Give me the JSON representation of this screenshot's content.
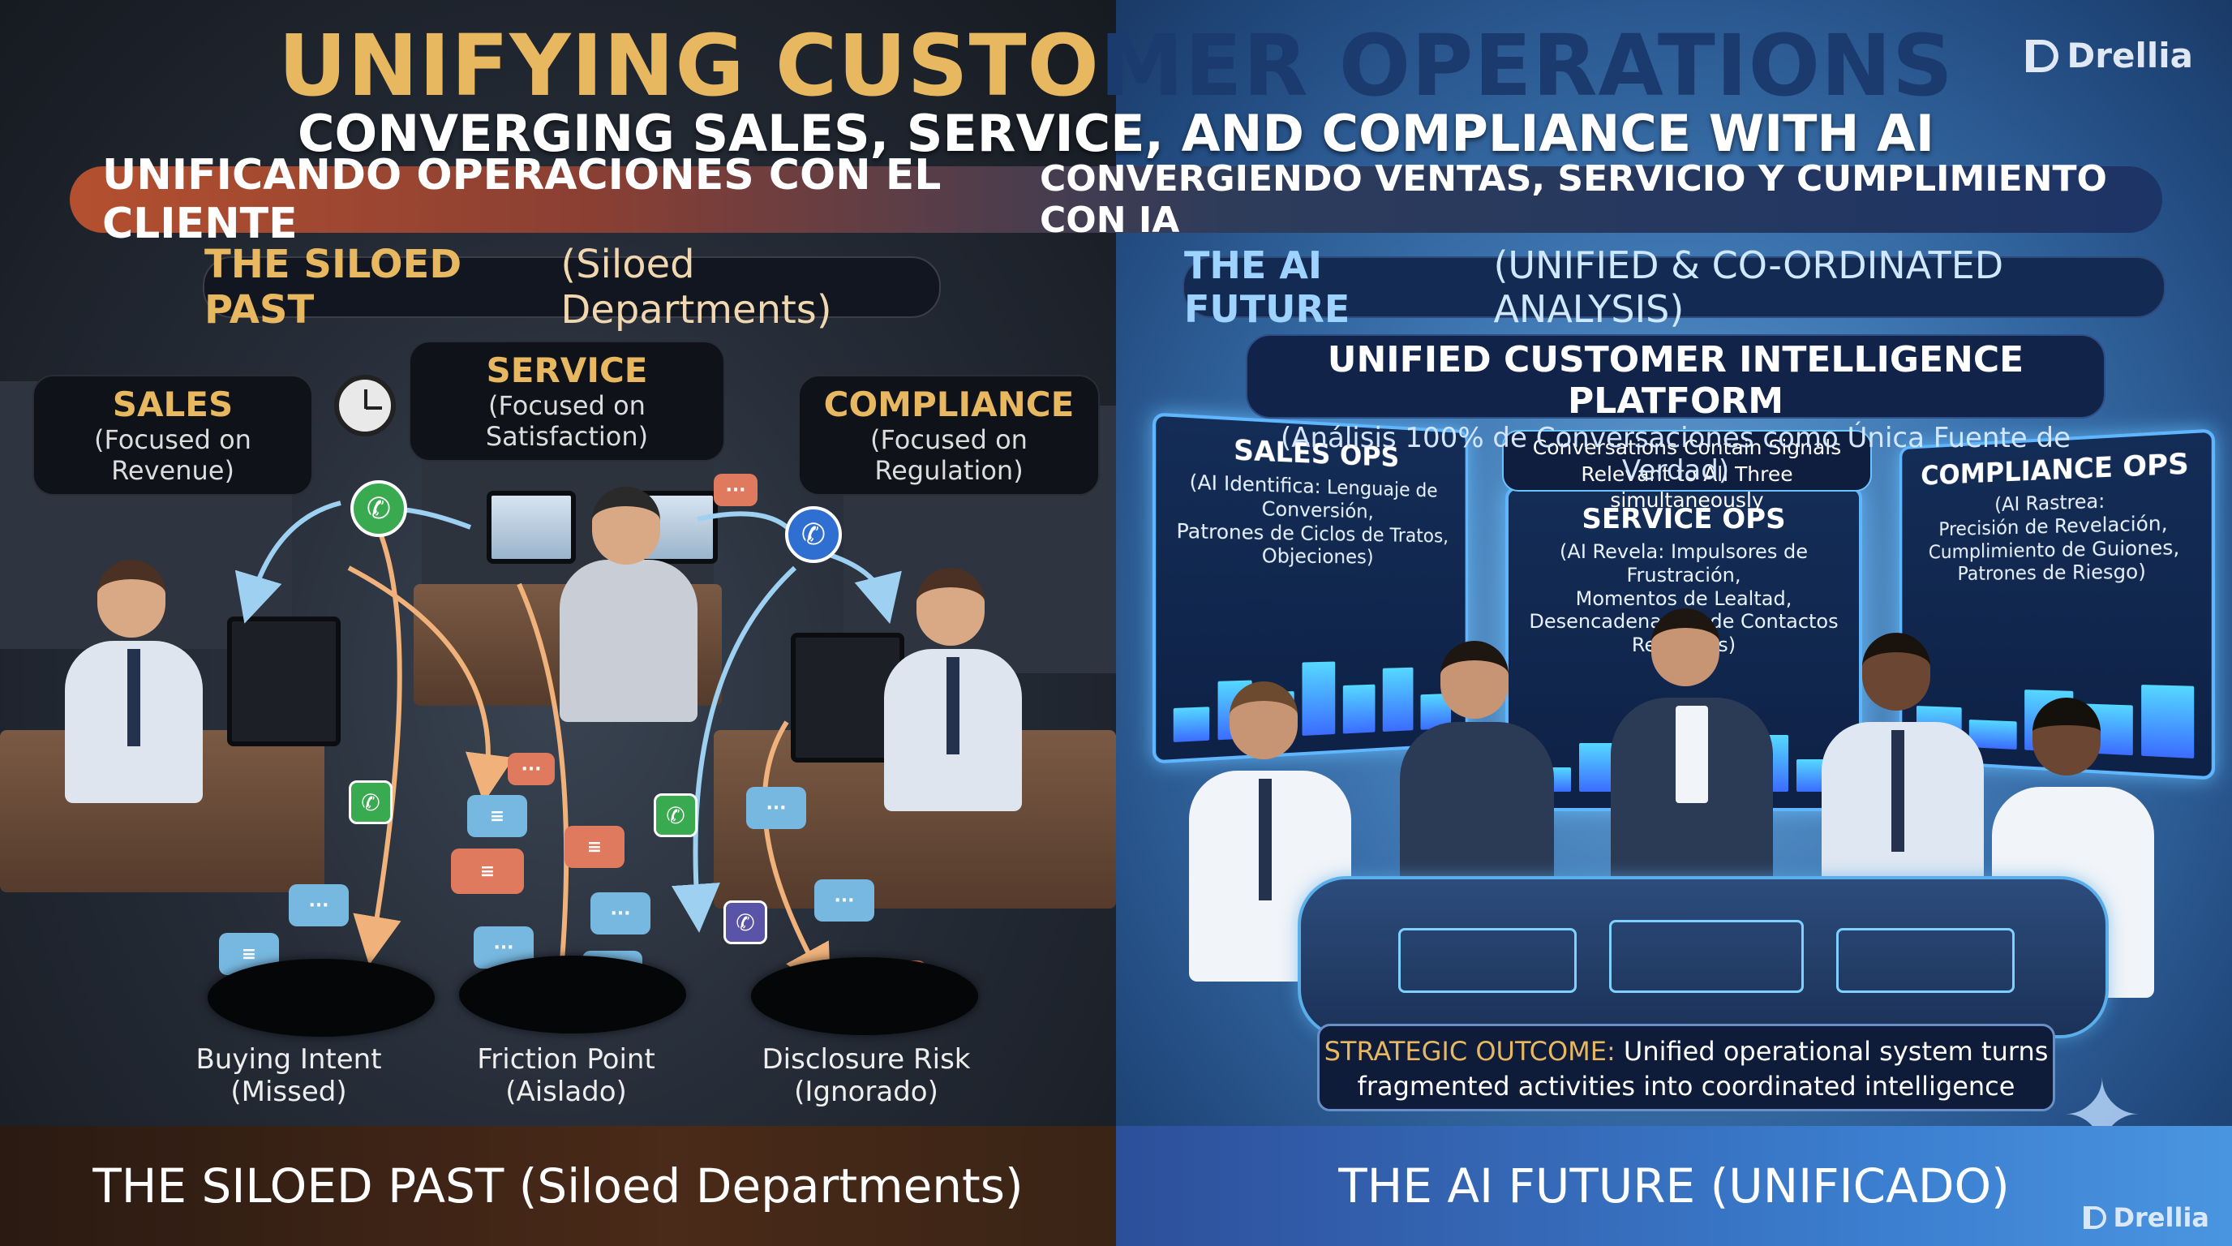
{
  "title": {
    "part1": "UNIFYING CUSTO",
    "part2": "MER OPERATIONS"
  },
  "subtitle": "CONVERGING SALES, SERVICE, AND COMPLIANCE WITH AI",
  "spanish_band": {
    "left": "UNIFICANDO OPERACIONES CON EL CLIENTE",
    "right": "CONVERGIENDO VENTAS, SERVICIO Y CUMPLIMIENTO CON IA"
  },
  "brand": "Drellia",
  "left": {
    "section": {
      "bold": "THE SILOED PAST",
      "rest": "(Siloed Departments)"
    },
    "departments": [
      {
        "name": "SALES",
        "focus": "(Focused on Revenue)"
      },
      {
        "name": "SERVICE",
        "focus": "(Focused on Satisfaction)"
      },
      {
        "name": "COMPLIANCE",
        "focus": "(Focused on Regulation)"
      }
    ],
    "holes": [
      {
        "label": "Buying Intent",
        "note": "(Missed)"
      },
      {
        "label": "Friction Point",
        "note": "(Aislado)"
      },
      {
        "label": "Disclosure Risk",
        "note": "(Ignorado)"
      }
    ],
    "footer": "THE SILOED PAST (Siloed Departments)"
  },
  "right": {
    "section": {
      "bold": "THE AI FUTURE",
      "rest": "(UNIFIED & CO-ORDINATED ANALYSIS)"
    },
    "platform": {
      "title": "UNIFIED CUSTOMER INTELLIGENCE PLATFORM",
      "sub": "(Análisis 100% de Conversaciones como Única Fuente de Verdad)"
    },
    "signals": {
      "line1": "Conversations Contain Signals",
      "line2": "Relevant to All Three simultaneously"
    },
    "screens": [
      {
        "title": "SALES OPS",
        "l1": "(AI Identifica: Lenguaje de Conversión,",
        "l2": "Patrones de Ciclos de Tratos,",
        "l3": "Objeciones)"
      },
      {
        "title": "SERVICE OPS",
        "l1": "(AI Revela: Impulsores de Frustración,",
        "l2": "Momentos de Lealtad,",
        "l3": "Desencadenantes de Contactos Repetidos)"
      },
      {
        "title": "COMPLIANCE OPS",
        "l1": "(AI Rastrea:",
        "l2": "Precisión de Revelación,",
        "l3": "Cumplimiento de Guiones,",
        "l4": "Patrones de Riesgo)"
      }
    ],
    "outcome": {
      "label": "STRATEGIC OUTCOME:",
      "line1": "Unified operational system turns",
      "line2": "fragmented activities into coordinated intelligence"
    },
    "footer": "THE AI FUTURE (UNIFICADO)"
  },
  "icons": [
    "phone-icon",
    "chat-bubble-icon",
    "clock-icon",
    "sparkle-icon",
    "drellia-logo-icon"
  ],
  "colors": {
    "accent_gold": "#e8b860",
    "accent_blue": "#1b3b6e",
    "glow": "#5fb6ff"
  }
}
